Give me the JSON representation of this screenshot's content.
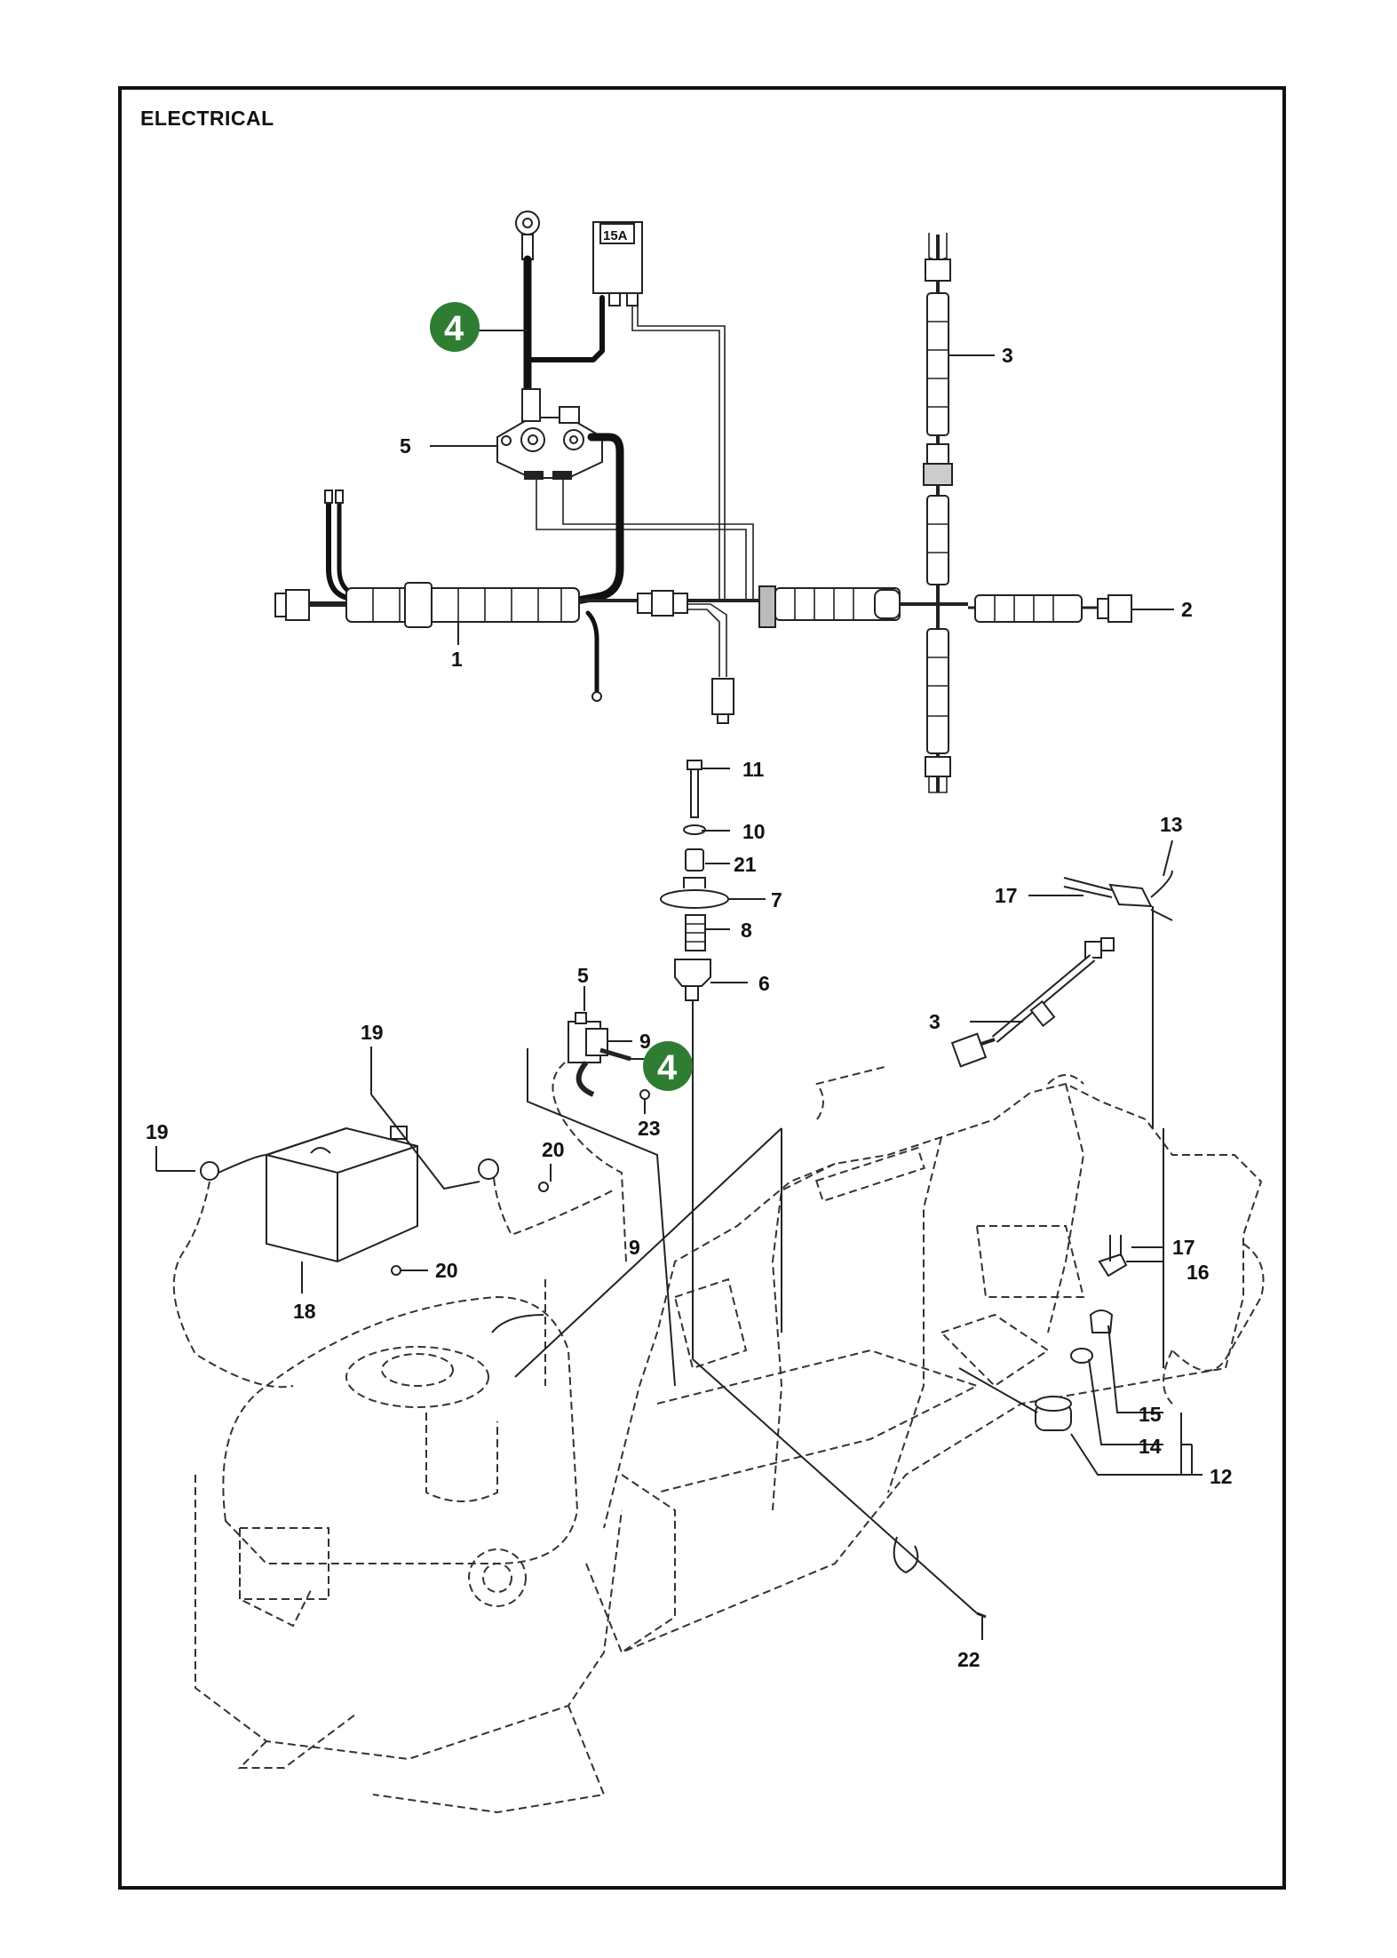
{
  "page": {
    "title": "ELECTRICAL"
  },
  "badge_color": "#2e7d32",
  "upper_assembly": {
    "fuse_label": "15A",
    "callouts": {
      "harness_main": "1",
      "connector_right": "2",
      "harness_vertical": "3",
      "relay": "5",
      "cable_highlight": "4"
    }
  },
  "lower_assembly": {
    "callouts": {
      "c11": "11",
      "c10": "10",
      "c21": "21",
      "c7": "7",
      "c8": "8",
      "c6": "6",
      "c5": "5",
      "c9a": "9",
      "c4": "4",
      "c23": "23",
      "c13": "13",
      "c17a": "17",
      "c3": "3",
      "c19a": "19",
      "c19b": "19",
      "c20a": "20",
      "c20b": "20",
      "c18": "18",
      "c9b": "9",
      "c17b": "17",
      "c16": "16",
      "c15": "15",
      "c14": "14",
      "c12": "12",
      "c22": "22"
    }
  }
}
